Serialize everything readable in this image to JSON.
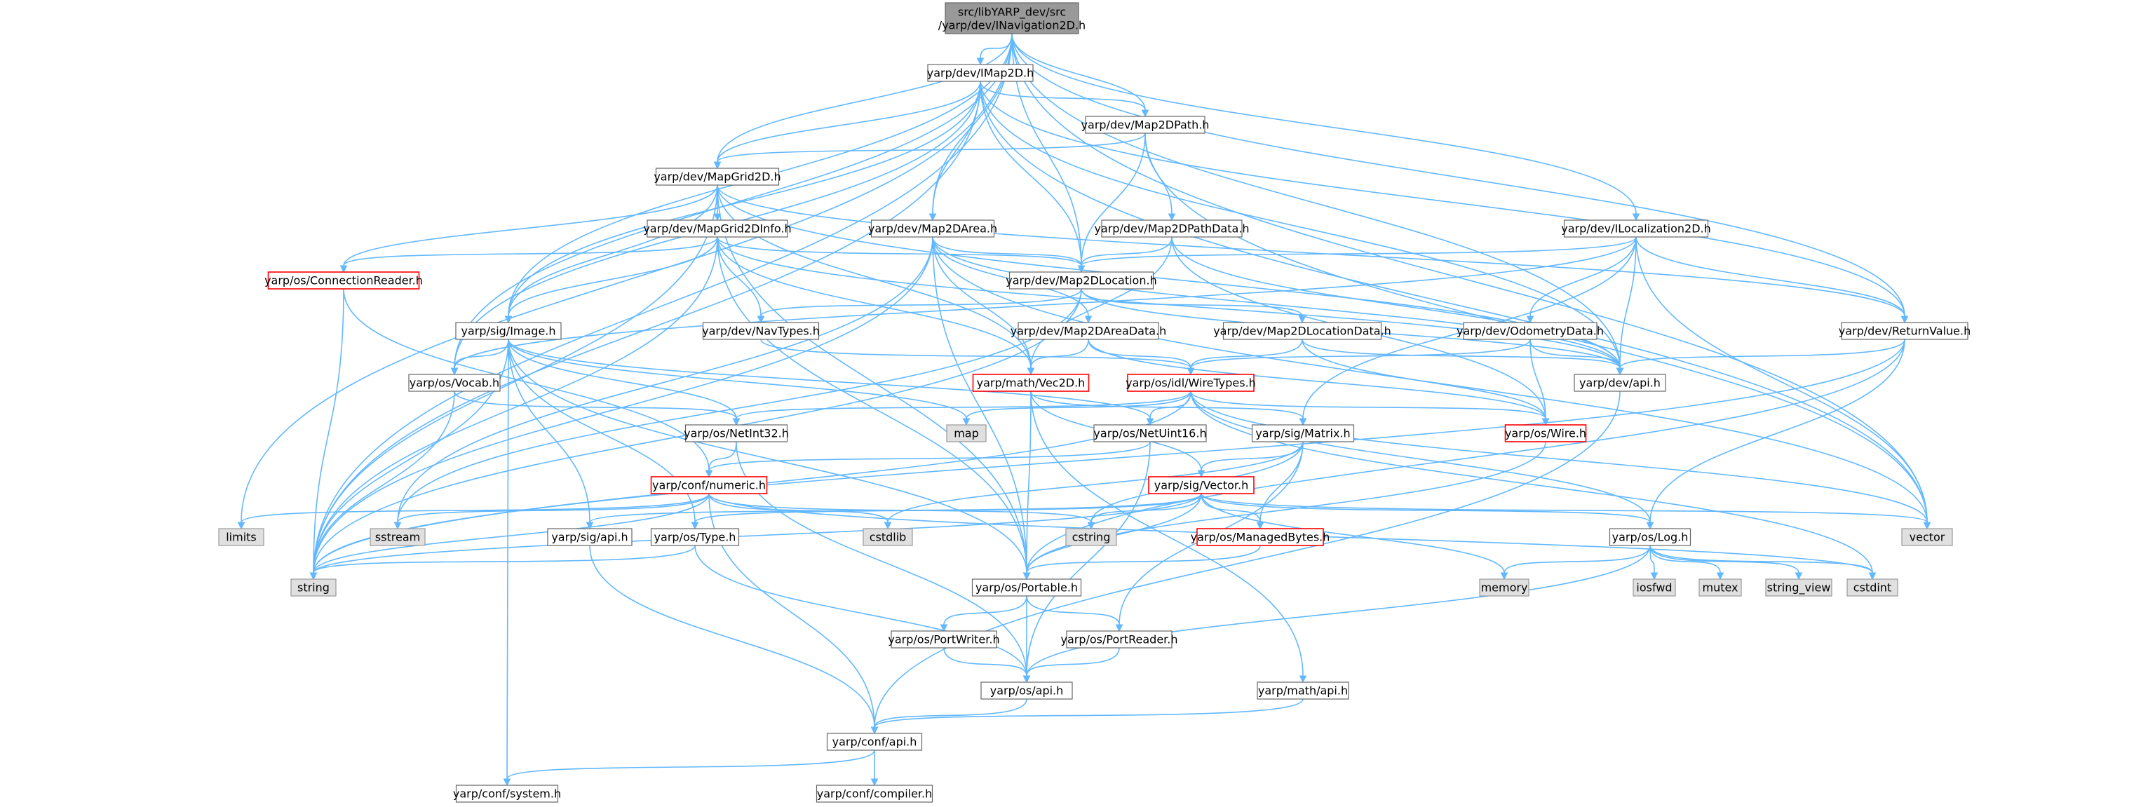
{
  "diagram": {
    "colors": {
      "edge": "#63b8ff",
      "node_fill": "#ffffff",
      "node_border": "#666666",
      "incomplete_border": "#ff0000",
      "root_fill": "#999999",
      "root_border": "#666666",
      "external_fill": "#e0e0e0",
      "external_border": "#999999"
    },
    "nodes": [
      {
        "id": "root",
        "lines": [
          "src/libYARP_dev/src",
          "/yarp/dev/INavigation2D.h"
        ],
        "style": "root"
      },
      {
        "id": "imap2d",
        "lines": [
          "yarp/dev/IMap2D.h"
        ],
        "style": "normal"
      },
      {
        "id": "map2dpath",
        "lines": [
          "yarp/dev/Map2DPath.h"
        ],
        "style": "normal"
      },
      {
        "id": "mapgrid2d",
        "lines": [
          "yarp/dev/MapGrid2D.h"
        ],
        "style": "normal"
      },
      {
        "id": "mapgrid2dinfo",
        "lines": [
          "yarp/dev/MapGrid2DInfo.h"
        ],
        "style": "normal"
      },
      {
        "id": "map2darea",
        "lines": [
          "yarp/dev/Map2DArea.h"
        ],
        "style": "normal"
      },
      {
        "id": "map2dpathdata",
        "lines": [
          "yarp/dev/Map2DPathData.h"
        ],
        "style": "normal"
      },
      {
        "id": "ilocalization2d",
        "lines": [
          "yarp/dev/ILocalization2D.h"
        ],
        "style": "normal"
      },
      {
        "id": "connectionreader",
        "lines": [
          "yarp/os/ConnectionReader.h"
        ],
        "style": "incomplete"
      },
      {
        "id": "map2dlocation",
        "lines": [
          "yarp/dev/Map2DLocation.h"
        ],
        "style": "normal"
      },
      {
        "id": "sigimage",
        "lines": [
          "yarp/sig/Image.h"
        ],
        "style": "normal"
      },
      {
        "id": "navtypes",
        "lines": [
          "yarp/dev/NavTypes.h"
        ],
        "style": "normal"
      },
      {
        "id": "map2dareadata",
        "lines": [
          "yarp/dev/Map2DAreaData.h"
        ],
        "style": "normal"
      },
      {
        "id": "map2dlocationdata",
        "lines": [
          "yarp/dev/Map2DLocationData.h"
        ],
        "style": "normal"
      },
      {
        "id": "odometrydata",
        "lines": [
          "yarp/dev/OdometryData.h"
        ],
        "style": "normal"
      },
      {
        "id": "returnvalue",
        "lines": [
          "yarp/dev/ReturnValue.h"
        ],
        "style": "normal"
      },
      {
        "id": "devapi",
        "lines": [
          "yarp/dev/api.h"
        ],
        "style": "normal"
      },
      {
        "id": "vocab",
        "lines": [
          "yarp/os/Vocab.h"
        ],
        "style": "normal"
      },
      {
        "id": "vec2d",
        "lines": [
          "yarp/math/Vec2D.h"
        ],
        "style": "incomplete"
      },
      {
        "id": "wiretypes",
        "lines": [
          "yarp/os/idl/WireTypes.h"
        ],
        "style": "incomplete"
      },
      {
        "id": "map",
        "lines": [
          "map"
        ],
        "style": "external"
      },
      {
        "id": "netint32",
        "lines": [
          "yarp/os/NetInt32.h"
        ],
        "style": "normal"
      },
      {
        "id": "netuint16",
        "lines": [
          "yarp/os/NetUint16.h"
        ],
        "style": "normal"
      },
      {
        "id": "sigmatrix",
        "lines": [
          "yarp/sig/Matrix.h"
        ],
        "style": "normal"
      },
      {
        "id": "wire",
        "lines": [
          "yarp/os/Wire.h"
        ],
        "style": "incomplete"
      },
      {
        "id": "numeric",
        "lines": [
          "yarp/conf/numeric.h"
        ],
        "style": "incomplete"
      },
      {
        "id": "sigvector",
        "lines": [
          "yarp/sig/Vector.h"
        ],
        "style": "incomplete"
      },
      {
        "id": "limits",
        "lines": [
          "limits"
        ],
        "style": "external"
      },
      {
        "id": "sstream",
        "lines": [
          "sstream"
        ],
        "style": "external"
      },
      {
        "id": "sigapi",
        "lines": [
          "yarp/sig/api.h"
        ],
        "style": "normal"
      },
      {
        "id": "ostype",
        "lines": [
          "yarp/os/Type.h"
        ],
        "style": "normal"
      },
      {
        "id": "cstdlib",
        "lines": [
          "cstdlib"
        ],
        "style": "external"
      },
      {
        "id": "cstring",
        "lines": [
          "cstring"
        ],
        "style": "external"
      },
      {
        "id": "managedbytes",
        "lines": [
          "yarp/os/ManagedBytes.h"
        ],
        "style": "incomplete"
      },
      {
        "id": "oslog",
        "lines": [
          "yarp/os/Log.h"
        ],
        "style": "normal"
      },
      {
        "id": "vector",
        "lines": [
          "vector"
        ],
        "style": "external"
      },
      {
        "id": "string",
        "lines": [
          "string"
        ],
        "style": "external"
      },
      {
        "id": "portable",
        "lines": [
          "yarp/os/Portable.h"
        ],
        "style": "normal"
      },
      {
        "id": "memory",
        "lines": [
          "memory"
        ],
        "style": "external"
      },
      {
        "id": "iosfwd",
        "lines": [
          "iosfwd"
        ],
        "style": "external"
      },
      {
        "id": "mutex",
        "lines": [
          "mutex"
        ],
        "style": "external"
      },
      {
        "id": "string_view",
        "lines": [
          "string_view"
        ],
        "style": "external"
      },
      {
        "id": "cstdint",
        "lines": [
          "cstdint"
        ],
        "style": "external"
      },
      {
        "id": "portwriter",
        "lines": [
          "yarp/os/PortWriter.h"
        ],
        "style": "normal"
      },
      {
        "id": "portreader",
        "lines": [
          "yarp/os/PortReader.h"
        ],
        "style": "normal"
      },
      {
        "id": "osapi",
        "lines": [
          "yarp/os/api.h"
        ],
        "style": "normal"
      },
      {
        "id": "mathapi",
        "lines": [
          "yarp/math/api.h"
        ],
        "style": "normal"
      },
      {
        "id": "confapi",
        "lines": [
          "yarp/conf/api.h"
        ],
        "style": "normal"
      },
      {
        "id": "confsystem",
        "lines": [
          "yarp/conf/system.h"
        ],
        "style": "normal"
      },
      {
        "id": "confcompiler",
        "lines": [
          "yarp/conf/compiler.h"
        ],
        "style": "normal"
      }
    ],
    "edges": [
      [
        "root",
        "imap2d"
      ],
      [
        "root",
        "mapgrid2d"
      ],
      [
        "root",
        "map2dpath"
      ],
      [
        "root",
        "map2darea"
      ],
      [
        "root",
        "map2dlocation"
      ],
      [
        "root",
        "ilocalization2d"
      ],
      [
        "root",
        "returnvalue"
      ],
      [
        "root",
        "devapi"
      ],
      [
        "root",
        "vector"
      ],
      [
        "root",
        "string"
      ],
      [
        "root",
        "limits"
      ],
      [
        "root",
        "vocab"
      ],
      [
        "root",
        "sigimage"
      ],
      [
        "imap2d",
        "mapgrid2d"
      ],
      [
        "imap2d",
        "map2dpath"
      ],
      [
        "imap2d",
        "map2darea"
      ],
      [
        "imap2d",
        "map2dlocation"
      ],
      [
        "imap2d",
        "returnvalue"
      ],
      [
        "imap2d",
        "devapi"
      ],
      [
        "imap2d",
        "vector"
      ],
      [
        "imap2d",
        "string"
      ],
      [
        "imap2d",
        "vocab"
      ],
      [
        "imap2d",
        "sigimage"
      ],
      [
        "map2dpath",
        "mapgrid2d"
      ],
      [
        "map2dpath",
        "map2dpathdata"
      ],
      [
        "map2dpath",
        "map2dlocation"
      ],
      [
        "map2dpath",
        "vector"
      ],
      [
        "mapgrid2d",
        "mapgrid2dinfo"
      ],
      [
        "mapgrid2d",
        "connectionreader"
      ],
      [
        "mapgrid2d",
        "sigimage"
      ],
      [
        "mapgrid2d",
        "vec2d"
      ],
      [
        "mapgrid2d",
        "portable"
      ],
      [
        "mapgrid2d",
        "devapi"
      ],
      [
        "mapgrid2d",
        "string"
      ],
      [
        "mapgrid2d",
        "returnvalue"
      ],
      [
        "mapgrid2dinfo",
        "connectionreader"
      ],
      [
        "mapgrid2dinfo",
        "map2dlocation"
      ],
      [
        "mapgrid2dinfo",
        "sigimage"
      ],
      [
        "mapgrid2dinfo",
        "navtypes"
      ],
      [
        "mapgrid2dinfo",
        "vec2d"
      ],
      [
        "mapgrid2dinfo",
        "devapi"
      ],
      [
        "mapgrid2dinfo",
        "portable"
      ],
      [
        "mapgrid2dinfo",
        "string"
      ],
      [
        "map2darea",
        "map2dlocation"
      ],
      [
        "map2darea",
        "map2dareadata"
      ],
      [
        "map2darea",
        "vec2d"
      ],
      [
        "map2darea",
        "portable"
      ],
      [
        "map2darea",
        "devapi"
      ],
      [
        "map2darea",
        "vector"
      ],
      [
        "map2darea",
        "string"
      ],
      [
        "map2darea",
        "sstream"
      ],
      [
        "map2dpathdata",
        "map2dlocation"
      ],
      [
        "map2dpathdata",
        "devapi"
      ],
      [
        "map2dpathdata",
        "wire"
      ],
      [
        "map2dpathdata",
        "vec2d"
      ],
      [
        "ilocalization2d",
        "map2dlocation"
      ],
      [
        "ilocalization2d",
        "odometrydata"
      ],
      [
        "ilocalization2d",
        "returnvalue"
      ],
      [
        "ilocalization2d",
        "devapi"
      ],
      [
        "ilocalization2d",
        "sigmatrix"
      ],
      [
        "ilocalization2d",
        "vector"
      ],
      [
        "ilocalization2d",
        "vocab"
      ],
      [
        "connectionreader",
        "string"
      ],
      [
        "connectionreader",
        "numeric"
      ],
      [
        "map2dlocation",
        "map2dlocationdata"
      ],
      [
        "map2dlocation",
        "navtypes"
      ],
      [
        "map2dlocation",
        "devapi"
      ],
      [
        "map2dlocation",
        "string"
      ],
      [
        "map2dlocation",
        "sstream"
      ],
      [
        "sigimage",
        "vocab"
      ],
      [
        "sigimage",
        "netint32"
      ],
      [
        "sigimage",
        "sigapi"
      ],
      [
        "sigimage",
        "ostype"
      ],
      [
        "sigimage",
        "portable"
      ],
      [
        "sigimage",
        "map"
      ],
      [
        "sigimage",
        "string"
      ],
      [
        "sigimage",
        "confsystem"
      ],
      [
        "sigimage",
        "netuint16"
      ],
      [
        "navtypes",
        "wiretypes"
      ],
      [
        "map2dareadata",
        "vec2d"
      ],
      [
        "map2dareadata",
        "wiretypes"
      ],
      [
        "map2dareadata",
        "wire"
      ],
      [
        "map2dlocationdata",
        "wiretypes"
      ],
      [
        "map2dlocationdata",
        "wire"
      ],
      [
        "map2dlocationdata",
        "devapi"
      ],
      [
        "odometrydata",
        "wiretypes"
      ],
      [
        "odometrydata",
        "wire"
      ],
      [
        "odometrydata",
        "devapi"
      ],
      [
        "returnvalue",
        "devapi"
      ],
      [
        "returnvalue",
        "oslog"
      ],
      [
        "returnvalue",
        "portable"
      ],
      [
        "returnvalue",
        "string"
      ],
      [
        "devapi",
        "confapi"
      ],
      [
        "vocab",
        "string"
      ],
      [
        "vocab",
        "netint32"
      ],
      [
        "vec2d",
        "portable"
      ],
      [
        "vec2d",
        "sigvector"
      ],
      [
        "vec2d",
        "sigmatrix"
      ],
      [
        "vec2d",
        "mathapi"
      ],
      [
        "wiretypes",
        "netint32"
      ],
      [
        "wiretypes",
        "netuint16"
      ],
      [
        "wiretypes",
        "wire"
      ],
      [
        "wiretypes",
        "oslog"
      ],
      [
        "wiretypes",
        "map"
      ],
      [
        "wiretypes",
        "vector"
      ],
      [
        "wiretypes",
        "cstdint"
      ],
      [
        "wiretypes",
        "string"
      ],
      [
        "netint32",
        "numeric"
      ],
      [
        "netint32",
        "osapi"
      ],
      [
        "netuint16",
        "numeric"
      ],
      [
        "netuint16",
        "osapi"
      ],
      [
        "sigmatrix",
        "sigvector"
      ],
      [
        "sigmatrix",
        "managedbytes"
      ],
      [
        "sigmatrix",
        "portreader"
      ],
      [
        "sigmatrix",
        "cstdlib"
      ],
      [
        "sigmatrix",
        "cstring"
      ],
      [
        "wire",
        "portable"
      ],
      [
        "numeric",
        "confapi"
      ],
      [
        "numeric",
        "limits"
      ],
      [
        "numeric",
        "sstream"
      ],
      [
        "numeric",
        "string"
      ],
      [
        "numeric",
        "cstring"
      ],
      [
        "numeric",
        "cstdlib"
      ],
      [
        "numeric",
        "cstdint"
      ],
      [
        "sigvector",
        "managedbytes"
      ],
      [
        "sigvector",
        "portable"
      ],
      [
        "sigvector",
        "oslog"
      ],
      [
        "sigvector",
        "ostype"
      ],
      [
        "sigvector",
        "sigapi"
      ],
      [
        "sigvector",
        "cstring"
      ],
      [
        "sigvector",
        "string"
      ],
      [
        "sigvector",
        "vector"
      ],
      [
        "sigvector",
        "memory"
      ],
      [
        "sigapi",
        "confapi"
      ],
      [
        "ostype",
        "string"
      ],
      [
        "ostype",
        "osapi"
      ],
      [
        "managedbytes",
        "portable"
      ],
      [
        "oslog",
        "memory"
      ],
      [
        "oslog",
        "iosfwd"
      ],
      [
        "oslog",
        "mutex"
      ],
      [
        "oslog",
        "string_view"
      ],
      [
        "oslog",
        "cstdint"
      ],
      [
        "oslog",
        "osapi"
      ],
      [
        "portable",
        "portwriter"
      ],
      [
        "portable",
        "portreader"
      ],
      [
        "portable",
        "osapi"
      ],
      [
        "portwriter",
        "osapi"
      ],
      [
        "portreader",
        "osapi"
      ],
      [
        "osapi",
        "confapi"
      ],
      [
        "mathapi",
        "confapi"
      ],
      [
        "confapi",
        "confsystem"
      ],
      [
        "confapi",
        "confcompiler"
      ]
    ]
  }
}
